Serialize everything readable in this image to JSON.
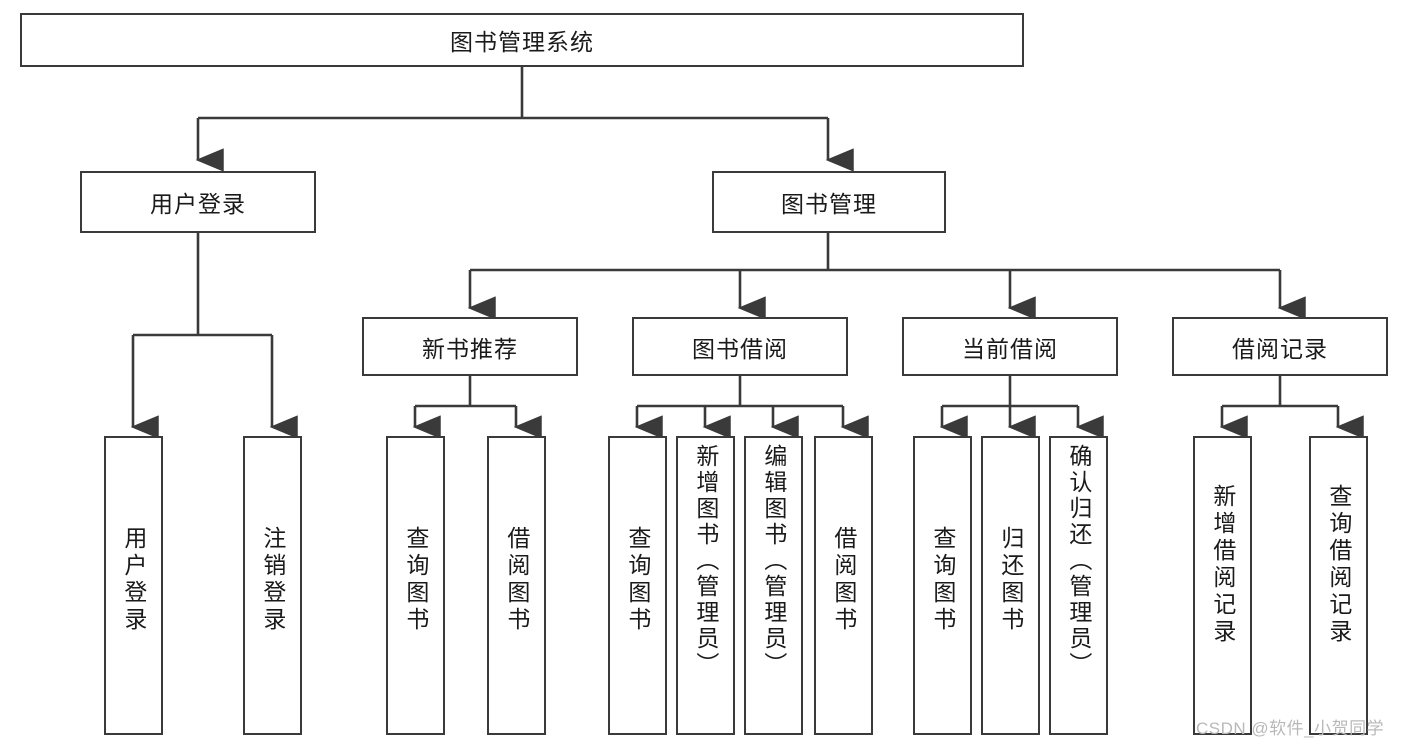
{
  "diagram": {
    "title": "图书管理系统",
    "type": "tree",
    "colors": {
      "box_border": "#3a3a3a",
      "box_fill": "#ffffff",
      "connector": "#3a3a3a",
      "text": "#1a1a1a",
      "watermark": "#b9b9b9",
      "background": "#ffffff"
    },
    "root": {
      "label": "图书管理系统"
    },
    "level2": [
      {
        "id": "user-login",
        "label": "用户登录"
      },
      {
        "id": "book-management",
        "label": "图书管理"
      }
    ],
    "level3": [
      {
        "id": "new-book-recommend",
        "label": "新书推荐",
        "parent": "book-management"
      },
      {
        "id": "book-borrow",
        "label": "图书借阅",
        "parent": "book-management"
      },
      {
        "id": "current-borrow",
        "label": "当前借阅",
        "parent": "book-management"
      },
      {
        "id": "borrow-record",
        "label": "借阅记录",
        "parent": "book-management"
      }
    ],
    "leaves": {
      "user-login": [
        {
          "id": "leaf-user-login",
          "label": "用户登录"
        },
        {
          "id": "leaf-logout",
          "label": "注销登录"
        }
      ],
      "new-book-recommend": [
        {
          "id": "leaf-query-book-1",
          "label": "查询图书"
        },
        {
          "id": "leaf-borrow-book-1",
          "label": "借阅图书"
        }
      ],
      "book-borrow": [
        {
          "id": "leaf-query-book-2",
          "label": "查询图书"
        },
        {
          "id": "leaf-add-book",
          "label": "新增图书（管理员）"
        },
        {
          "id": "leaf-edit-book",
          "label": "编辑图书（管理员）"
        },
        {
          "id": "leaf-borrow-book-2",
          "label": "借阅图书"
        }
      ],
      "current-borrow": [
        {
          "id": "leaf-query-book-3",
          "label": "查询图书"
        },
        {
          "id": "leaf-return-book",
          "label": "归还图书"
        },
        {
          "id": "leaf-confirm-return",
          "label": "确认归还（管理员）"
        }
      ],
      "borrow-record": [
        {
          "id": "leaf-add-record",
          "label": "新增借阅记录"
        },
        {
          "id": "leaf-query-record",
          "label": "查询借阅记录"
        }
      ]
    },
    "watermark": "CSDN @软件_小贺同学"
  }
}
